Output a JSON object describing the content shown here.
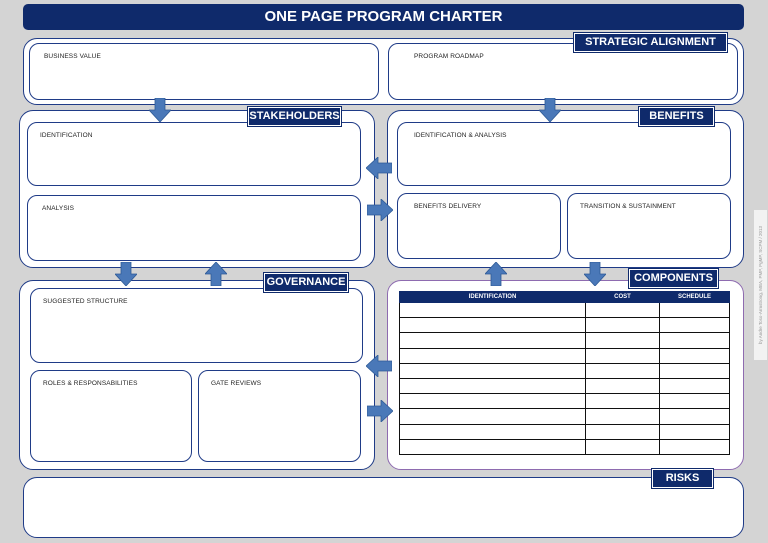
{
  "title": "ONE PAGE PROGRAM CHARTER",
  "sections": {
    "strategic_alignment": {
      "tag": "STRATEGIC ALIGNMENT",
      "business_value": "BUSINESS VALUE",
      "program_roadmap": "PROGRAM ROADMAP"
    },
    "stakeholders": {
      "tag": "STAKEHOLDERS",
      "identification": "IDENTIFICATION",
      "analysis": "ANALYSIS"
    },
    "benefits": {
      "tag": "BENEFITS",
      "identification_analysis": "IDENTIFICATION & ANALYSIS",
      "benefits_delivery": "BENEFITS DELIVERY",
      "transition_sustainment": "TRANSITION & SUSTAINMENT"
    },
    "governance": {
      "tag": "GOVERNANCE",
      "suggested_structure": "SUGGESTED STRUCTURE",
      "roles_responsibilities": "ROLES & RESPONSABILITIES",
      "gate_reviews": "GATE REVIEWS"
    },
    "components": {
      "tag": "COMPONENTS",
      "columns": [
        "IDENTIFICATION",
        "COST",
        "SCHEDULE"
      ],
      "empty_rows": 10
    },
    "risks": {
      "tag": "RISKS"
    }
  },
  "credit": "by Andre Toso-Armstrong, MBA, PMP, PgMP, SCPM / 2013",
  "colors": {
    "navy": "#0f2a6b",
    "border_blue": "#1f3b87",
    "arrow_blue": "#4a78b8",
    "components_border": "#8e6bb0",
    "background": "#d4d4d4"
  }
}
